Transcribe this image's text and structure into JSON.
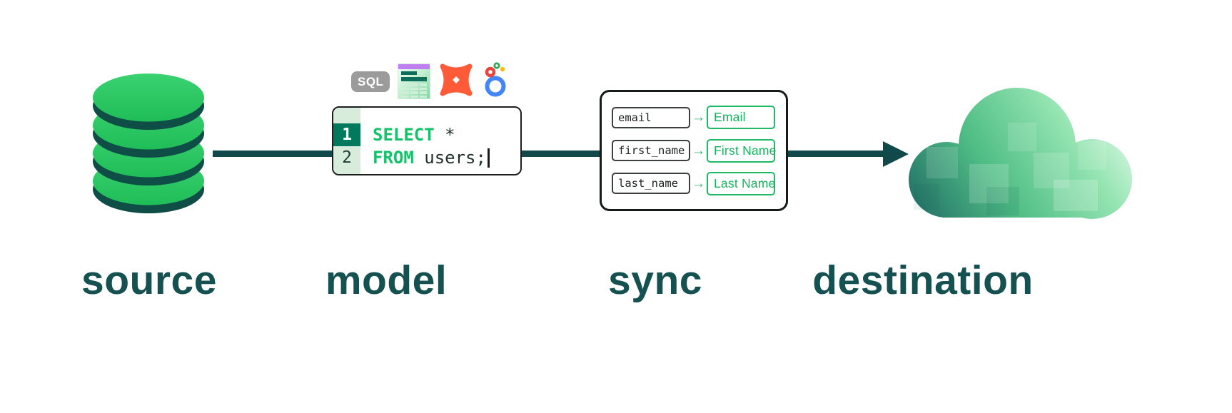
{
  "colors": {
    "accent_green": "#1fc466",
    "dark_teal": "#11494b",
    "label_teal": "#155150",
    "code_keyword_green": "#13c369",
    "gutter_active_teal": "#00795c",
    "gutter_light_green": "#d8ecdc",
    "mapping_green": "#16b45f",
    "dbt_orange": "#ff5b38",
    "looker_blue": "#4285f4",
    "sql_badge_gray": "#9b9b9b"
  },
  "source": {
    "label": "source",
    "icon": "database-icon"
  },
  "model": {
    "label": "model",
    "sql_badge": "SQL",
    "tool_icons": [
      "sql-badge",
      "spreadsheet-icon",
      "dbt-icon",
      "looker-icon"
    ],
    "code": {
      "line1": {
        "number": "1",
        "keyword": "SELECT",
        "rest": " *"
      },
      "line2": {
        "number": "2",
        "keyword": "FROM",
        "rest": " users;"
      }
    }
  },
  "sync": {
    "label": "sync",
    "mapping_arrow": "→",
    "mappings": [
      {
        "from": "email",
        "to": "Email"
      },
      {
        "from": "first_name",
        "to": "First Name"
      },
      {
        "from": "last_name",
        "to": "Last Name"
      }
    ]
  },
  "destination": {
    "label": "destination",
    "icon": "cloud-icon"
  }
}
